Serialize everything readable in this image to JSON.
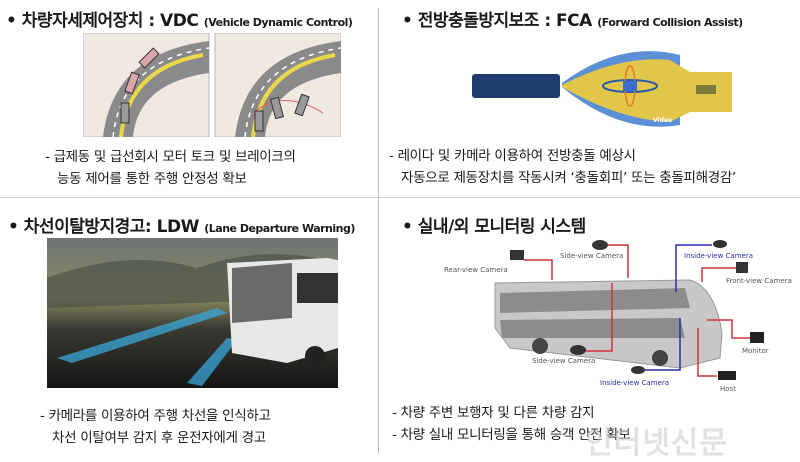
{
  "vdc": {
    "title_ko": "• 차량자세제어장치 : ",
    "title_en": "VDC ",
    "title_sub": "(Vehicle Dynamic Control)",
    "desc": [
      "- 급제동 및 급선회시 모터 토크 및 브레이크의",
      "능동 제어를 통한 주행 안정성 확보"
    ]
  },
  "fca": {
    "title_ko": "• 전방충돌방지보조 : ",
    "title_en": "FCA ",
    "title_sub": "(Forward Collision Assist)",
    "video_label": "Video",
    "desc": [
      "- 레이다 및 카메라 이용하여 전방충돌 예상시",
      "자동으로 제동장치를 작동시켜 ‘충돌회피’ 또는 충돌피해경감’"
    ]
  },
  "ldw": {
    "title_ko": "• 차선이탈방지경고: ",
    "title_en": "LDW ",
    "title_sub": "(Lane Departure Warning)",
    "desc": [
      "- 카메라를 이용하여 주행 차선을 인식하고",
      "차선 이탈여부 감지 후 운전자에게 경고"
    ]
  },
  "monitoring": {
    "title_ko": "• 실내/외 모니터링 시스템",
    "labels": {
      "rear": "Rear-view Camera",
      "side_top": "Side-view Camera",
      "inside_top": "Inside-view Camera",
      "front": "Front-view Camera",
      "monitor": "Monitor",
      "side_bottom": "Side-view Camera",
      "inside_bottom": "Inside-view Camera",
      "host": "Host"
    },
    "desc": [
      "- 차량 주변 보행자 및 다른 차량 감지",
      "- 차량 실내 모니터링을 통해 승객 안전 확보"
    ]
  },
  "watermark": "인터넷신문",
  "colors": {
    "red_line": "#d0353a",
    "blue_line": "#2a2fb0",
    "road": "#8a8a8a",
    "lane": "#e8d84a",
    "radar": "#5b8fd6",
    "camera": "#e2c64a"
  }
}
